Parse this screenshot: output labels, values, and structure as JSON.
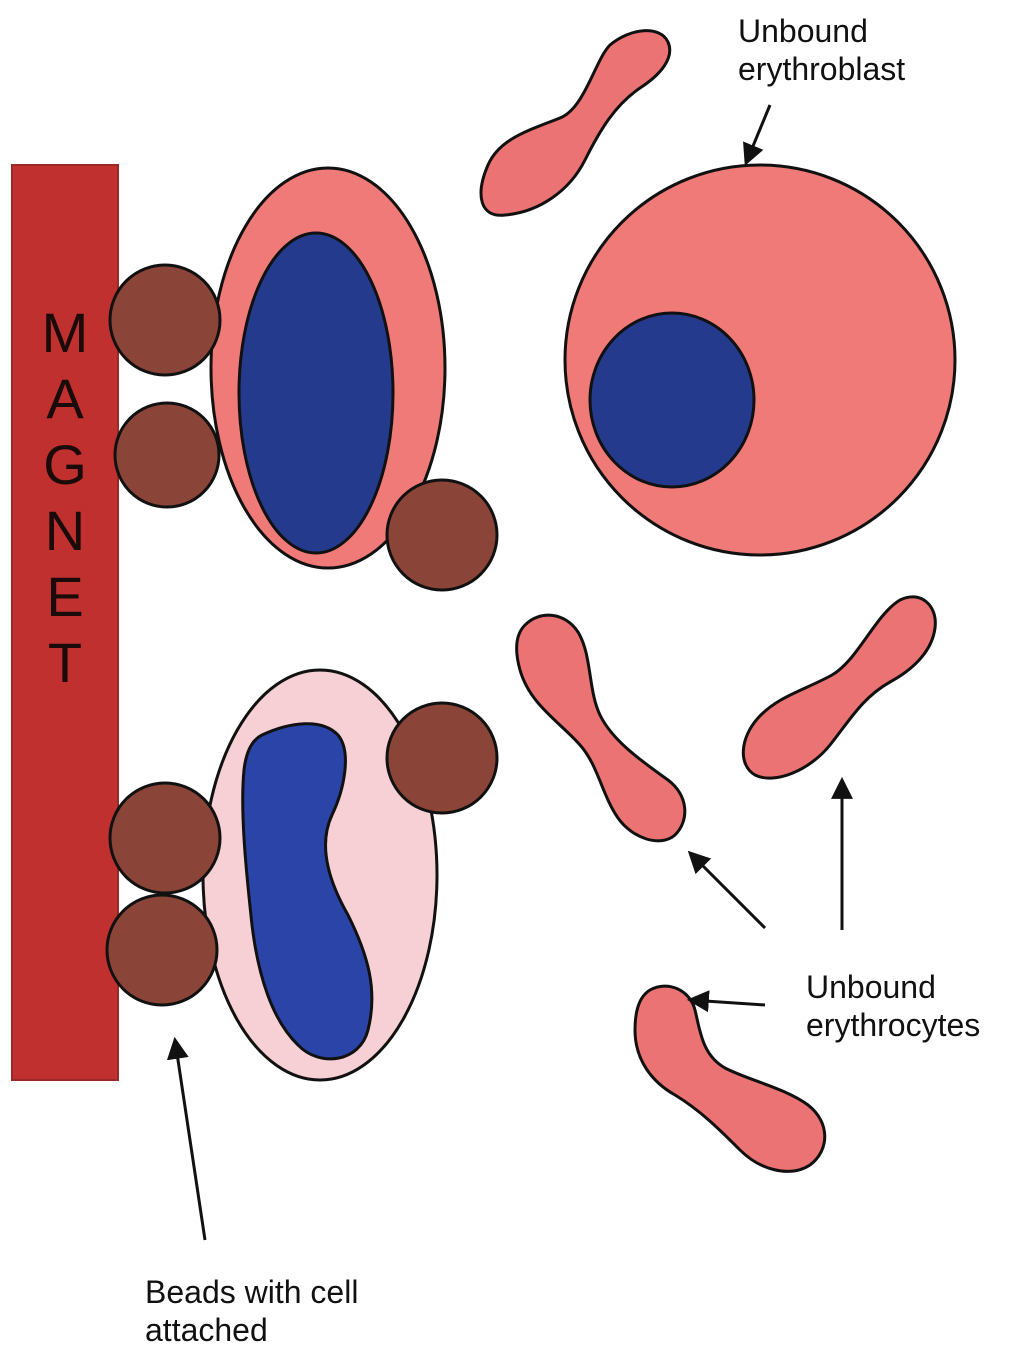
{
  "magnet": {
    "letters": [
      "M",
      "A",
      "G",
      "N",
      "E",
      "T"
    ]
  },
  "labels": {
    "erythroblast_line1": "Unbound",
    "erythroblast_line2": "erythroblast",
    "erythrocytes_line1": "Unbound",
    "erythrocytes_line2": "erythrocytes",
    "beads_line1": "Beads with cell",
    "beads_line2": "attached"
  },
  "colors": {
    "magnet": "#c0302f",
    "bead": "#8b4538",
    "cytoplasm": "#f07a78",
    "pale_cytoplasm": "#f6d0d4",
    "nucleus": "#243a8c",
    "erythrocyte": "#ec7373",
    "outline": "#111111"
  }
}
